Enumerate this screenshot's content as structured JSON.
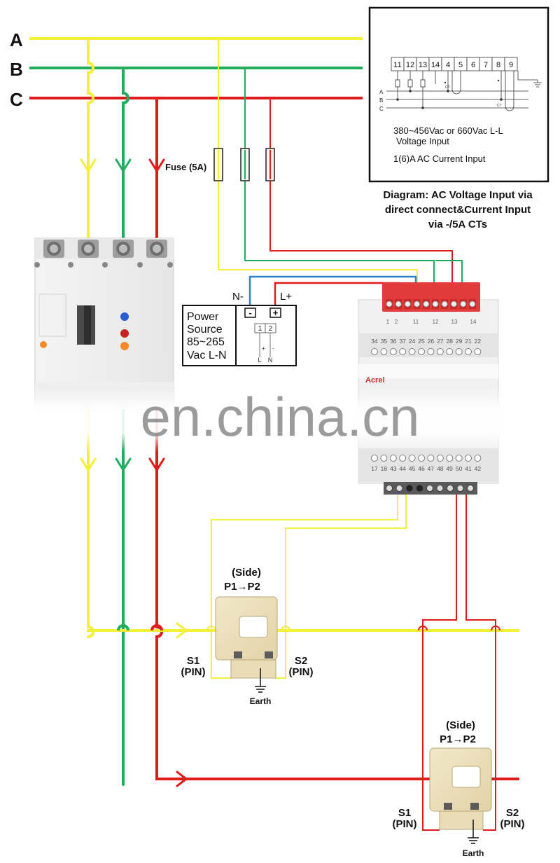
{
  "phases": {
    "a": "A",
    "b": "B",
    "c": "C"
  },
  "colors": {
    "phase_a": "#f3ef3a",
    "phase_b": "#22ad5e",
    "phase_c": "#e01b1b",
    "neutral": "#2f80c9"
  },
  "fuse_label": "Fuse (5A)",
  "inset": {
    "terminals": [
      "11",
      "12",
      "13",
      "14",
      "4",
      "5",
      "6",
      "7",
      "8",
      "9"
    ],
    "line_labels": [
      "A",
      "B",
      "C"
    ],
    "ct_marks": [
      "CT",
      "CT"
    ],
    "desc_line1": "380~456Vac or 660Vac L-L",
    "desc_line2": "Voltage Input",
    "desc_line3": "1(6)A AC Current Input"
  },
  "caption": {
    "line1": "Diagram: AC Voltage Input via",
    "line2": "direct connect&Current Input",
    "line3": "via -/5A CTs"
  },
  "power_source": {
    "line1": "Power",
    "line2": "Source",
    "line3": "85~265",
    "line4": "Vac L-N",
    "minus": "-",
    "plus": "+",
    "n_label": "N-",
    "l_label": "L+",
    "terms": [
      "1",
      "2"
    ],
    "term_signs": [
      "+",
      "-"
    ],
    "term_names": [
      "L",
      "N"
    ]
  },
  "meter": {
    "top_terms": [
      "1",
      "2",
      "11",
      "12",
      "13",
      "14"
    ],
    "row1": [
      "34",
      "35",
      "36",
      "37",
      "24",
      "25",
      "26",
      "27",
      "28",
      "29",
      "21",
      "22"
    ],
    "row2": [
      "17",
      "18",
      "43",
      "44",
      "45",
      "46",
      "47",
      "48",
      "49",
      "50",
      "41",
      "42"
    ],
    "brand": "Acrel"
  },
  "watermark": "en.china.cn",
  "ct1": {
    "title": "(Side)",
    "dir": "P1→P2",
    "s1": "S1",
    "s1_pin": "(PIN)",
    "s2": "S2",
    "s2_pin": "(PIN)",
    "earth": "Earth"
  },
  "ct2": {
    "title": "(Side)",
    "dir": "P1→P2",
    "s1": "S1",
    "s1_pin": "(PIN)",
    "s2": "S2",
    "s2_pin": "(PIN)",
    "earth": "Earth"
  }
}
